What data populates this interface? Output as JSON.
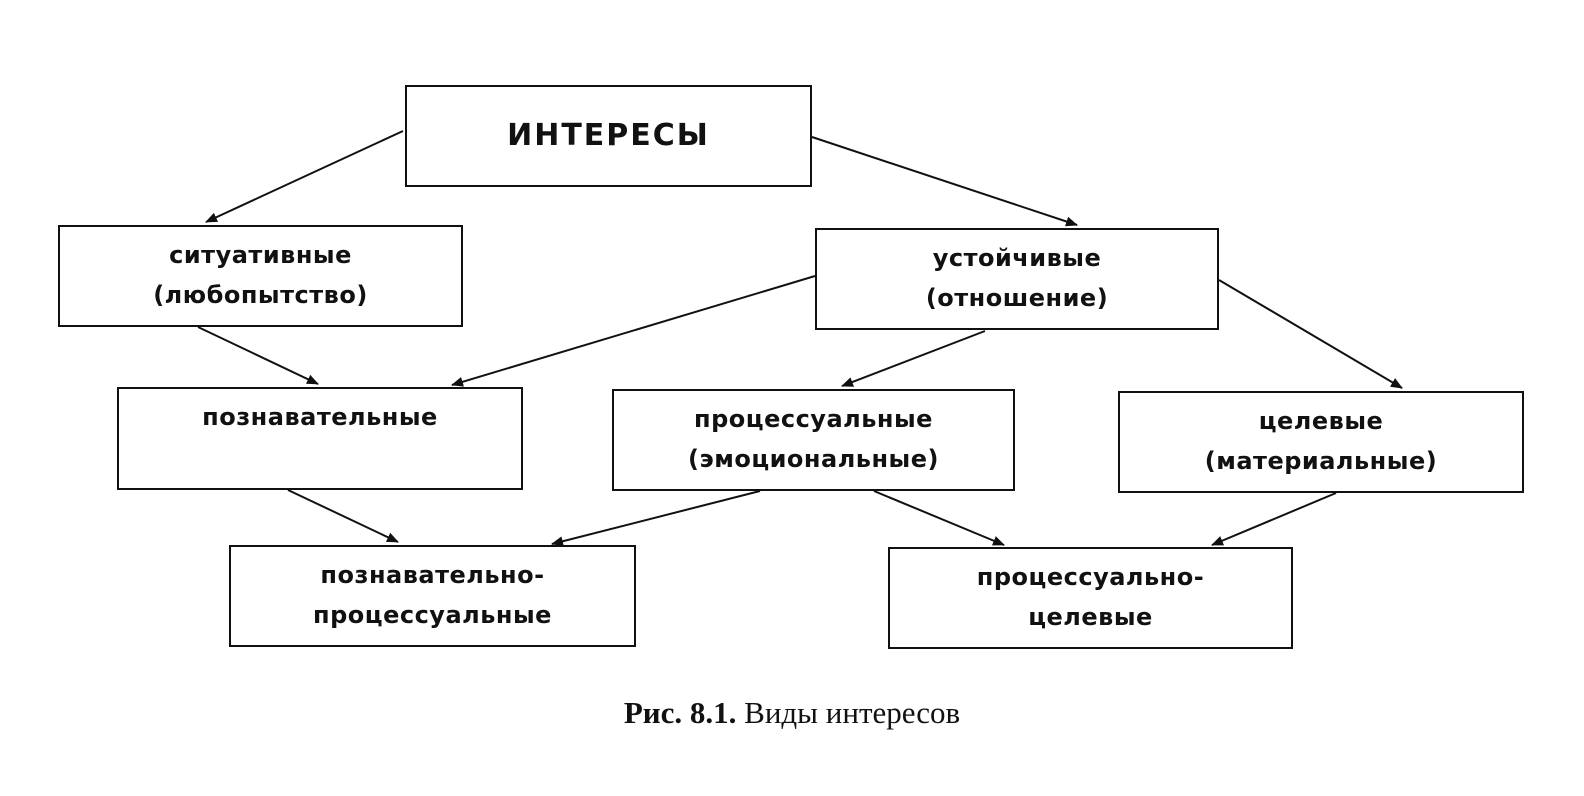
{
  "diagram": {
    "nodes": {
      "root": {
        "lines": [
          "ИНТЕРЕСЫ"
        ]
      },
      "situational": {
        "lines": [
          "ситуативные",
          "(любопытство)"
        ]
      },
      "stable": {
        "lines": [
          "устойчивые",
          "(отношение)"
        ]
      },
      "cognitive": {
        "lines": [
          "познавательные"
        ]
      },
      "procedural": {
        "lines": [
          "процессуальные",
          "(эмоциональные)"
        ]
      },
      "goal": {
        "lines": [
          "целевые",
          "(материальные)"
        ]
      },
      "cognitive_procedural": {
        "lines": [
          "познавательно-",
          "процессуальные"
        ]
      },
      "procedural_goal": {
        "lines": [
          "процессуально-",
          "целевые"
        ]
      }
    },
    "edges": [
      {
        "from": "root",
        "to": "situational"
      },
      {
        "from": "root",
        "to": "stable"
      },
      {
        "from": "situational",
        "to": "cognitive"
      },
      {
        "from": "stable",
        "to": "cognitive"
      },
      {
        "from": "stable",
        "to": "procedural"
      },
      {
        "from": "stable",
        "to": "goal"
      },
      {
        "from": "cognitive",
        "to": "cognitive_procedural"
      },
      {
        "from": "procedural",
        "to": "cognitive_procedural"
      },
      {
        "from": "procedural",
        "to": "procedural_goal"
      },
      {
        "from": "goal",
        "to": "procedural_goal"
      }
    ]
  },
  "caption": {
    "label": "Рис. 8.1.",
    "text": " Виды интересов"
  },
  "colors": {
    "ink": "#111111",
    "background": "#ffffff"
  }
}
